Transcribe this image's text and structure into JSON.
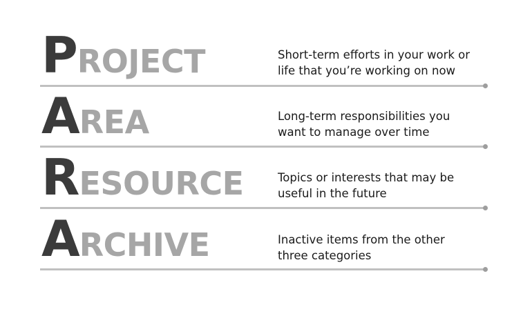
{
  "rows": [
    {
      "initial": "P",
      "rest": "ROJECT",
      "description_line1": "Short-term efforts in your work or",
      "description_line2": "life that you’re working on now"
    },
    {
      "initial": "A",
      "rest": "REA",
      "description_line1": "Long-term responsibilities you",
      "description_line2": "want to manage over time"
    },
    {
      "initial": "R",
      "rest": "ESOURCE",
      "description_line1": "Topics or interests that may be",
      "description_line2": "useful in the future"
    },
    {
      "initial": "A",
      "rest": "RCHIVE",
      "description_line1": "Inactive items from the other",
      "description_line2": "three categories"
    }
  ],
  "colors": {
    "initial": "#3b3b3b",
    "rest": "#a6a6a6",
    "text": "#1a1a1a",
    "rule": "#c0c0c0"
  }
}
